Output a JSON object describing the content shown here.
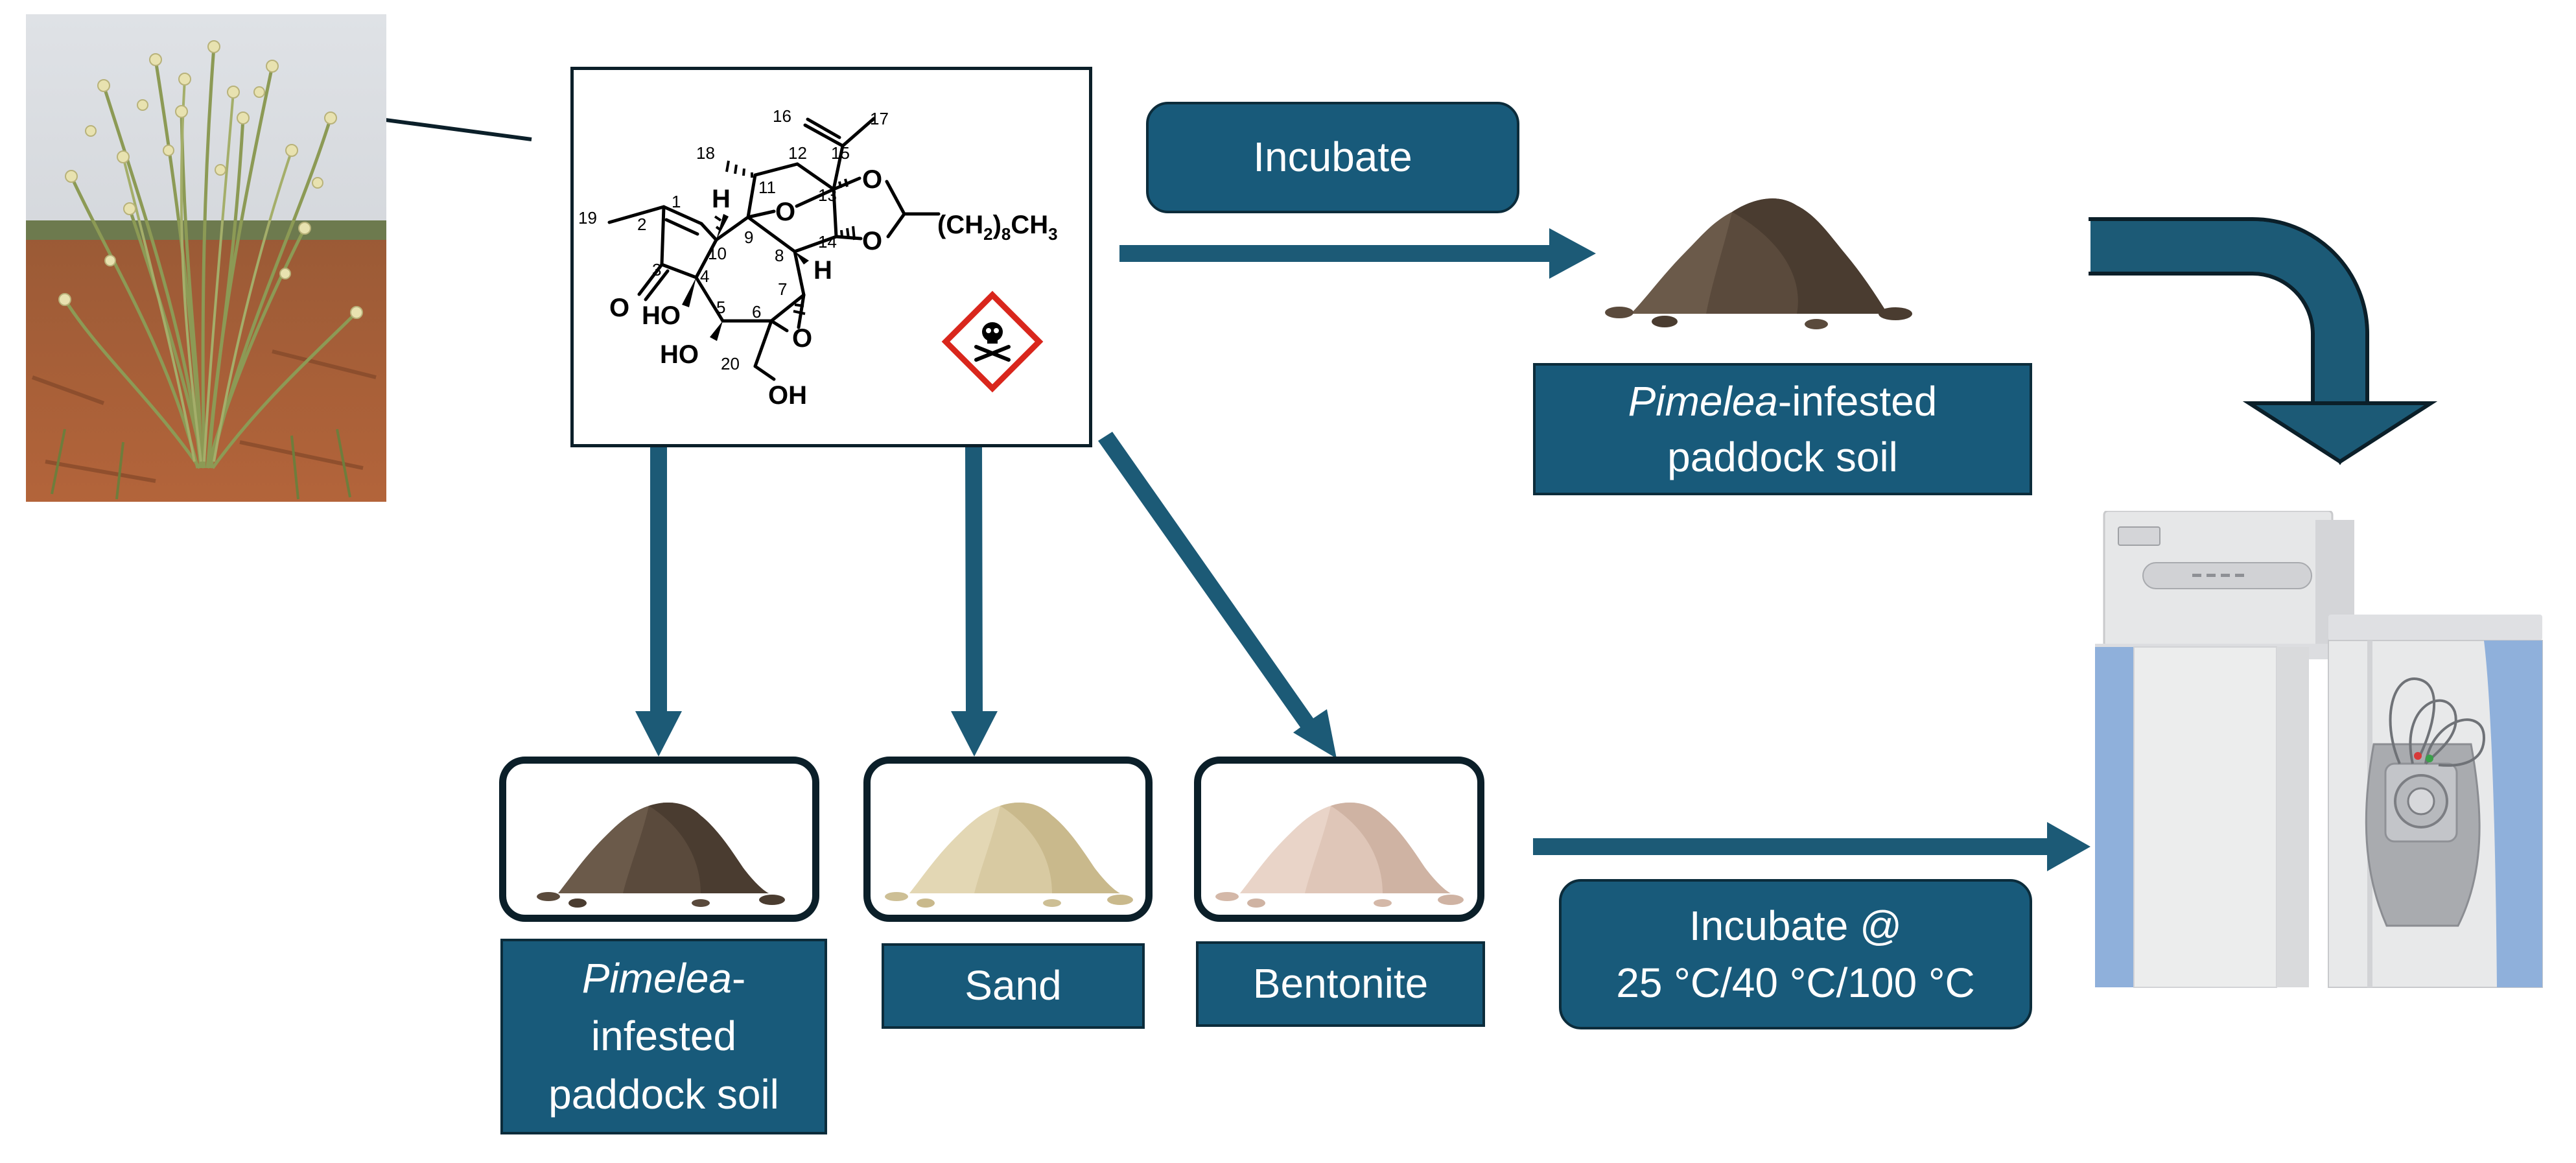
{
  "structure": {
    "numbers": [
      "1",
      "2",
      "3",
      "4",
      "5",
      "6",
      "7",
      "8",
      "9",
      "10",
      "11",
      "12",
      "13",
      "14",
      "15",
      "16",
      "17",
      "18",
      "19",
      "20"
    ],
    "atoms": {
      "ho_4": "HO",
      "ho_5": "HO",
      "oh_20": "OH",
      "o_ketone": "O",
      "o_bridge": "O",
      "o_epoxide": "O",
      "o_orthoester_top": "O",
      "o_orthoester_bottom": "O",
      "h_10": "H",
      "h_8": "H",
      "side_chain_prefix": "(CH",
      "side_chain_sub1": "2",
      "side_chain_mid": ")",
      "side_chain_sub2": "8",
      "side_chain_suffix": "CH",
      "side_chain_sub3": "3"
    }
  },
  "labels": {
    "incubate_top": "Incubate",
    "paddock_soil_top_italic": "Pimelea",
    "paddock_soil_top_rest_line1": "-infested",
    "paddock_soil_top_line2": "paddock soil",
    "paddock_soil_bottom_italic": "Pimelea",
    "paddock_soil_bottom_dash": "-",
    "paddock_soil_bottom_line2": "infested",
    "paddock_soil_bottom_line3": "paddock soil",
    "sand": "Sand",
    "bentonite": "Bentonite",
    "incubate_conditions_line1": "Incubate @",
    "incubate_conditions_line2": "25 °C/40 °C/100 °C"
  },
  "colors": {
    "box_fill": "#185a7a",
    "box_border": "#0c2c3b",
    "arrow": "#1c5a76",
    "soil_dark": "#5a4a3c",
    "soil_sand": "#d8caa2",
    "soil_bentonite": "#dfc6b8",
    "hazard_red": "#d9261c"
  },
  "icons": [
    "plant-photo",
    "toxic-skull-icon",
    "soil-pile-icon",
    "lc-ms-instrument-icon"
  ]
}
